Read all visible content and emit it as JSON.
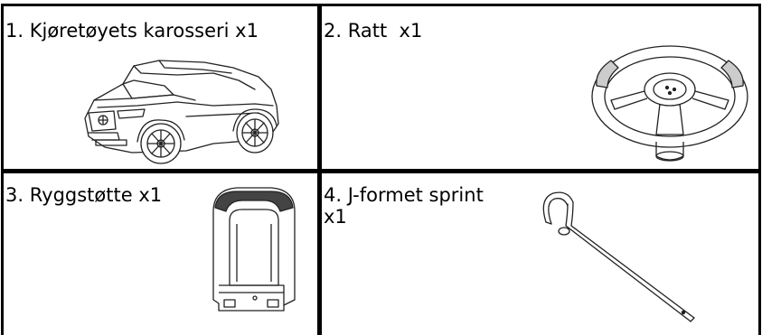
{
  "parts": [
    {
      "label": "1. Kjøretøyets karosseri x1",
      "icon": "car-body-icon"
    },
    {
      "label": "2. Ratt  x1",
      "icon": "steering-wheel-icon"
    },
    {
      "label": "3. Ryggstøtte x1",
      "icon": "backrest-icon"
    },
    {
      "label": "4. J-formet sprint\nx1",
      "icon": "j-pin-icon"
    }
  ],
  "colors": {
    "line": "#000000",
    "background": "#ffffff"
  }
}
